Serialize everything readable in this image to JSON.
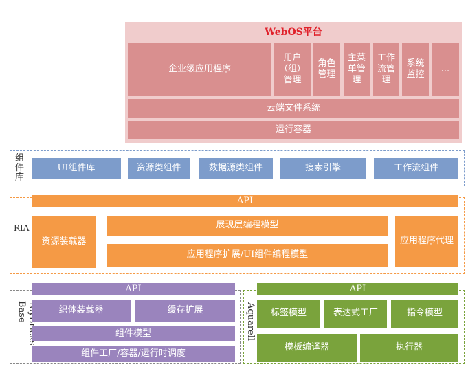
{
  "webos": {
    "title": "WebOS平台",
    "apps": [
      "企业级应用程序",
      "用户（组）管理",
      "角色管理",
      "主菜单管理",
      "工作流管理",
      "系统监控",
      "..."
    ],
    "file_system": "云端文件系统",
    "runtime": "运行容器"
  },
  "components": {
    "label": "组件库",
    "items": [
      "UI组件库",
      "资源类组件",
      "数据源类组件",
      "搜索引擎",
      "工作流组件"
    ]
  },
  "ria": {
    "label": "RIA",
    "api": "API",
    "loader": "资源装载器",
    "presentation": "展现层编程模型",
    "extension": "应用程序扩展/UI组件编程模型",
    "proxy": "应用程序代理"
  },
  "toybricks": {
    "label": "ToyBricks Base",
    "api": "API",
    "loader": "织体装载器",
    "cache": "缓存扩展",
    "model": "组件模型",
    "factory": "组件工厂/容器/运行时调度"
  },
  "aquarell": {
    "label": "Aquarell",
    "api": "API",
    "tag": "标签模型",
    "expr": "表达式工厂",
    "directive": "指令模型",
    "compiler": "模板编译器",
    "executor": "执行器"
  },
  "colors": {
    "webos": "#d98f8f",
    "components": "#7d9ccb",
    "ria": "#f59a45",
    "toybricks": "#9a84bd",
    "aquarell": "#7aa33c"
  }
}
